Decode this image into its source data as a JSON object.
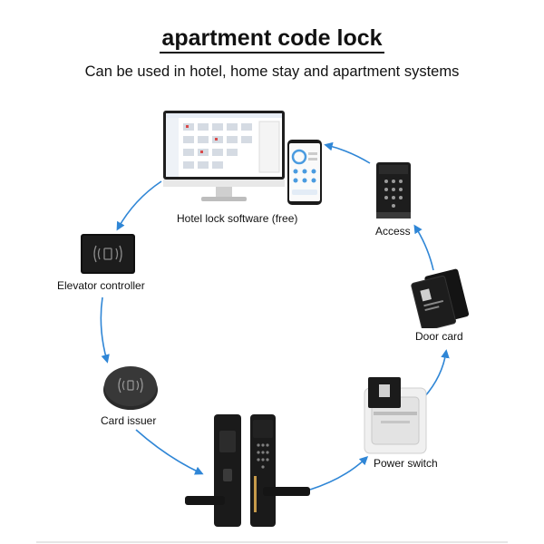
{
  "header": {
    "title": "apartment code lock",
    "subtitle": "Can be used in hotel, home stay and apartment systems"
  },
  "items": {
    "software": "Hotel lock software (free)",
    "access": "Access",
    "elevator": "Elevator controller",
    "door_card": "Door card",
    "card_issuer": "Card issuer",
    "power_switch": "Power switch"
  },
  "colors": {
    "arrow": "#2f86d6",
    "device_black": "#1c1c1c",
    "panel_white": "#f2f2f2"
  },
  "icons": [
    "monitor-icon",
    "phone-icon",
    "access-keypad-icon",
    "elevator-reader-icon",
    "door-card-icon",
    "card-issuer-icon",
    "power-switch-icon",
    "door-lock-icon"
  ]
}
